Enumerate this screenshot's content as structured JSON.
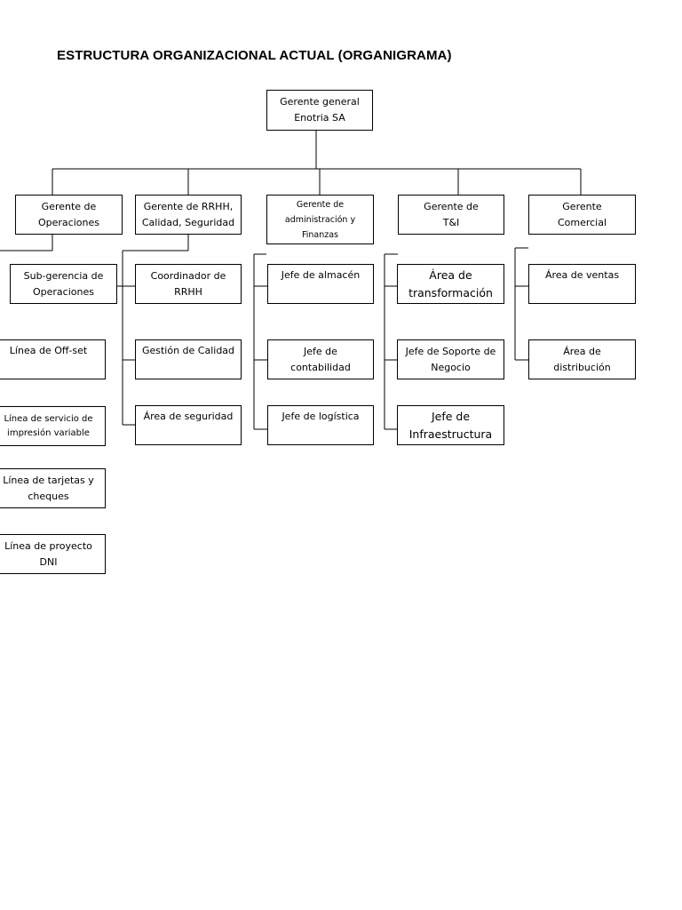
{
  "title": "ESTRUCTURA ORGANIZACIONAL ACTUAL (ORGANIGRAMA)",
  "nodes": {
    "ceo": "Gerente general\nEnotria SA",
    "g_operaciones": "Gerente de\nOperaciones",
    "g_rrhh": "Gerente de RRHH,\nCalidad, Seguridad",
    "g_admin": "Gerente de\nadministración y\nFinanzas",
    "g_ti": "Gerente     de\nT&I",
    "g_comercial": "Gerente\nComercial",
    "sub_operaciones": "Sub-gerencia de\nOperaciones",
    "linea_offset": "Línea  de  Off-set",
    "linea_impresion": "Línea de servicio de\nimpresión variable",
    "linea_tarjetas": "Línea de tarjetas y\ncheques",
    "linea_dni": "Línea de proyecto\nDNI",
    "coord_rrhh": "Coordinador de\nRRHH",
    "gestion_calidad": "Gestión de Calidad",
    "area_seguridad": "Área de seguridad",
    "jefe_almacen": "Jefe de almacén",
    "jefe_contabilidad": "Jefe de\ncontabilidad",
    "jefe_logistica": "Jefe de logística",
    "area_transformacion": "Área de\ntransformación",
    "jefe_soporte": "Jefe de Soporte de\nNegocio",
    "jefe_infra": "Jefe de\nInfraestructura",
    "area_ventas": "Área de ventas",
    "area_distribucion": "Área de\ndistribución"
  }
}
